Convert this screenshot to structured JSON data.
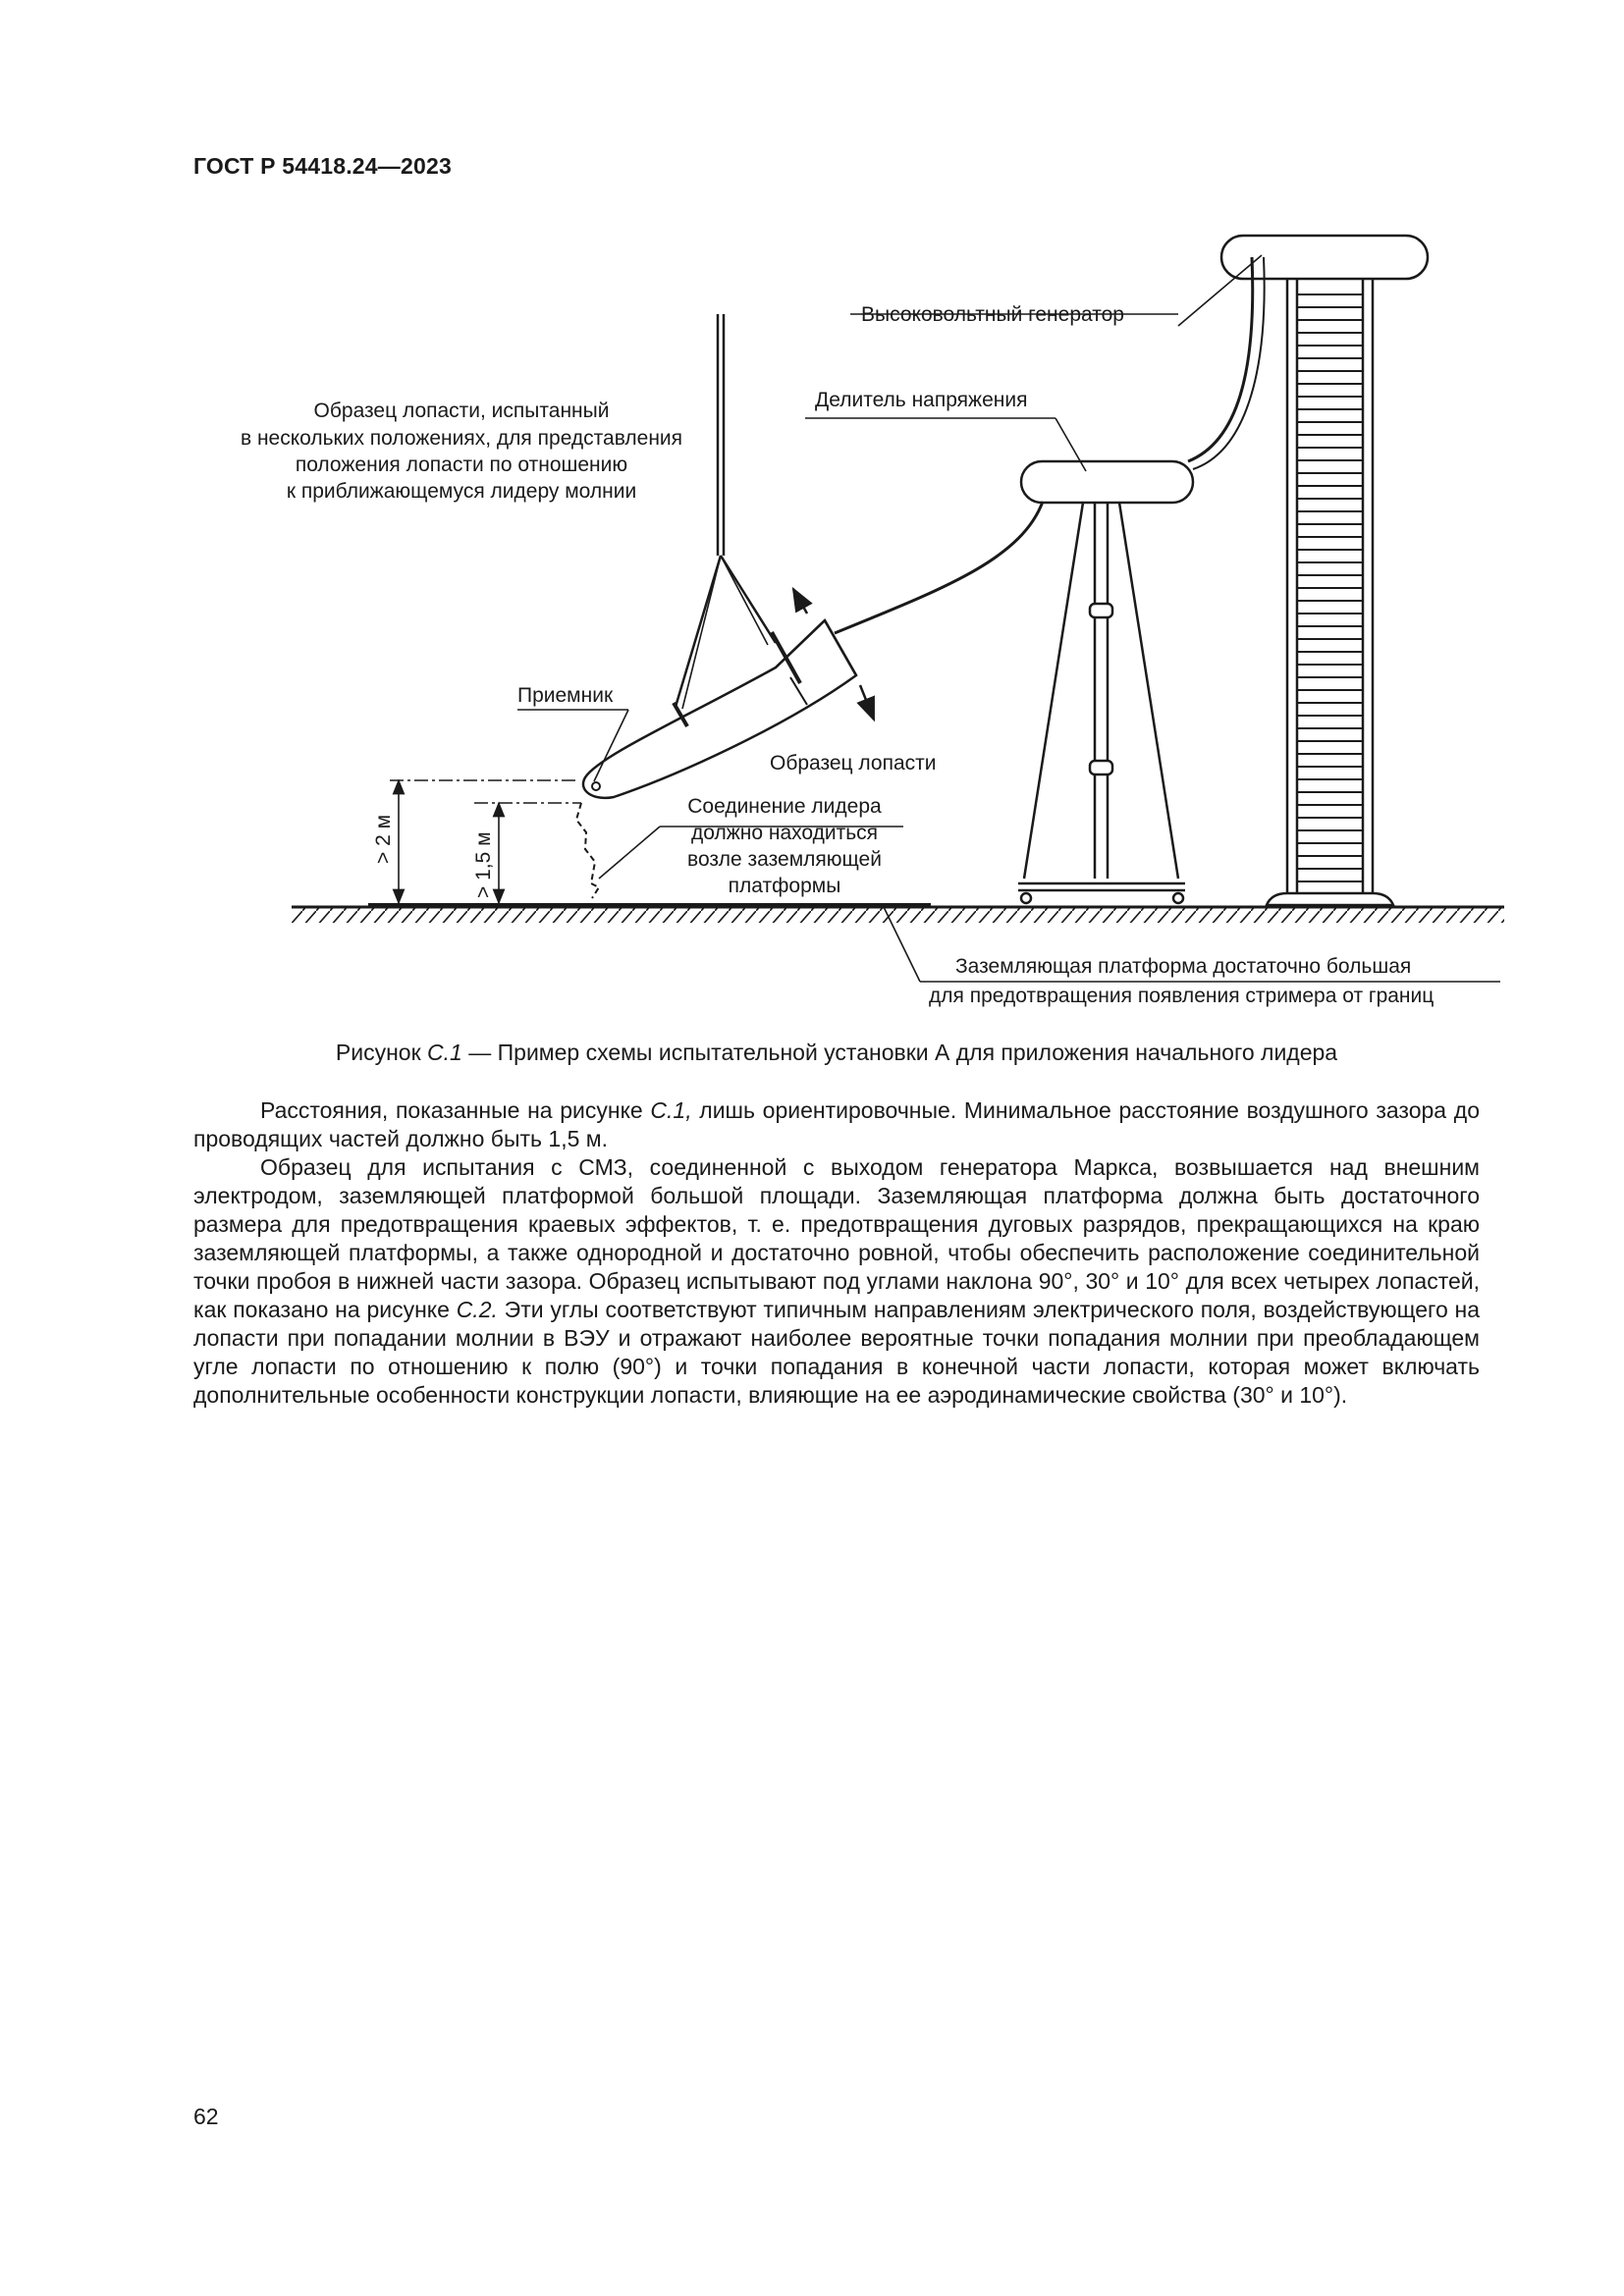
{
  "header": {
    "standard_id": "ГОСТ Р 54418.24—2023"
  },
  "figure": {
    "labels": {
      "generator": "Высоковольтный генератор",
      "divider": "Делитель напряжения",
      "specimen_note": [
        "Образец лопасти, испытанный",
        "в нескольких положениях, для представления",
        "положения лопасти по отношению",
        "к приближающемуся лидеру молнии"
      ],
      "receptor": "Приемник",
      "blade_specimen": "Образец лопасти",
      "leader_connection": [
        "Соединение лидера",
        "должно находиться",
        "возле заземляющей",
        "платформы"
      ],
      "height_outer": "> 2 м",
      "height_inner": "> 1,5 м",
      "ground_note": [
        "Заземляющая платформа достаточно большая",
        "для предотвращения появления стримера от границ"
      ]
    },
    "caption_prefix": "Рисунок ",
    "caption_ref": "С.1",
    "caption_rest": " — Пример схемы испытательной установки А для приложения начального лидера"
  },
  "paragraphs": [
    {
      "before": "Расстояния, показанные на рисунке ",
      "ref": "С.1,",
      "after": " лишь ориентировочные. Минимальное расстояние воздушного зазора до проводящих частей должно быть 1,5 м."
    },
    {
      "before": "Образец для испытания с СМЗ, соединенной с выходом генератора Маркса, возвышается над внешним электродом, заземляющей платформой большой площади. Заземляющая платформа должна быть достаточного размера для предотвращения краевых эффектов, т. е. предотвращения дуговых разрядов, прекращающихся на краю заземляющей платформы, а также однородной и достаточно ровной, чтобы обеспечить расположение соединительной точки пробоя в нижней части зазора. Образец испытывают под углами наклона 90°, 30° и 10° для всех четырех лопастей, как показано на рисунке ",
      "ref": "С.2.",
      "after": " Эти углы соответствуют типичным направлениям электрического поля, воздействующего на лопасти при попадании молнии в ВЭУ и отражают наиболее вероятные точки попадания молнии при преобладающем угле лопасти по отношению к полю (90°) и точки попадания в конечной части лопасти, которая может включать дополнительные особенности конструкции лопасти, влияющие на ее аэродинамические свойства (30° и 10°)."
    }
  ],
  "page_number": "62"
}
